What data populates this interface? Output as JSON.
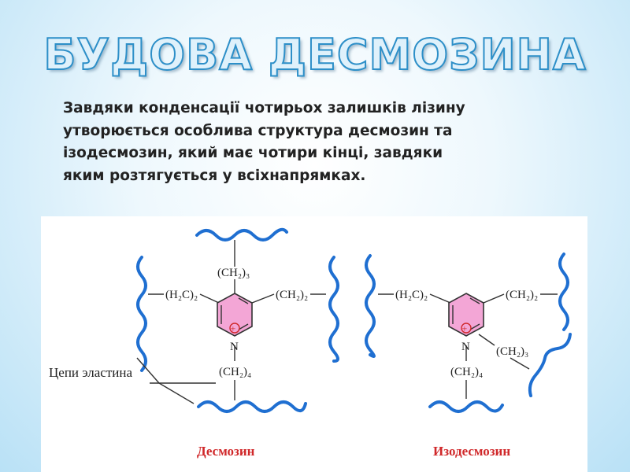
{
  "title": "БУДОВА ДЕСМОЗИНА",
  "paragraph": {
    "line1": "Завдяки конденсації чотирьох залишків лізину",
    "line2": "утворюється особлива структура десмозин та",
    "line3": "ізодесмозин, який має чотири кінці, завдяки",
    "line4": "яким розтягується у всіхнапрямках."
  },
  "diagram": {
    "left": {
      "top_chain": "(CH₂)₃",
      "left_chain": "(H₂C)₂",
      "right_chain": "(CH₂)₂",
      "bottom_chain": "(CH₂)₄",
      "ring_n": "N",
      "charge": "+",
      "caption": "Десмозин"
    },
    "right": {
      "left_chain": "(H₂C)₂",
      "right_chain": "(CH₂)₂",
      "side_chain": "(CH₂)₃",
      "bottom_chain": "(CH₂)₄",
      "ring_n": "N",
      "charge": "+",
      "caption": "Изодесмозин"
    },
    "elastin_label": "Цепи эластина"
  },
  "colors": {
    "wave": "#1f6fd1",
    "ring_fill": "#f3a6d6",
    "caption": "#d0282a",
    "title_stroke": "#2d8fc8"
  }
}
